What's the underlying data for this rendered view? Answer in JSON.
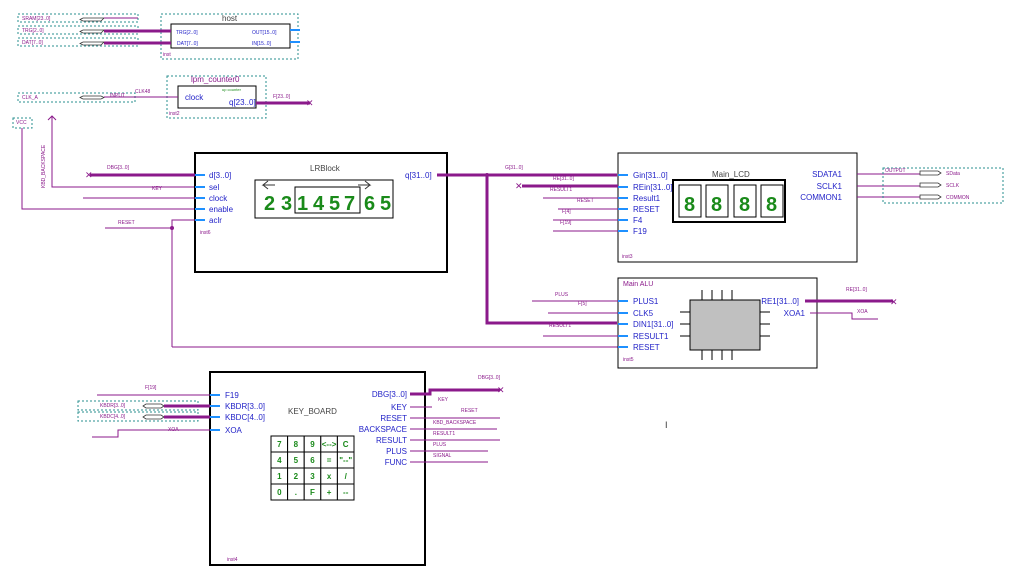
{
  "host": {
    "title": "host",
    "inst": "inst",
    "pins_in": [
      "TRG[2..0]",
      "DAT[7..0]"
    ],
    "pins_out": [
      "OUT[15..0]",
      "IN[15..0]"
    ],
    "inputs": [
      "SRAM[23..0]",
      "TRG[2..0]",
      "DAT[7..0]"
    ]
  },
  "counter": {
    "title": "lpm_counter0",
    "subtitle": "up counter",
    "inst": "inst2",
    "pin_in": "clock",
    "pin_out": "q[23..0]",
    "input": "CLK_A",
    "net_in": "CLK48",
    "net_out": "F[23..0]",
    "input_tag": "INPUT"
  },
  "vcc": "VCC",
  "kbd_backspace_net": "KBD_BACKSPACE",
  "lrblock": {
    "title": "LRBlock",
    "inst": "inst6",
    "pins_in": [
      "d[3..0]",
      "sel",
      "clock",
      "enable",
      "aclr"
    ],
    "pin_out": "q[31..0]",
    "display": [
      "2",
      "3",
      "1",
      "4",
      "5",
      "7",
      "6",
      "5"
    ],
    "nets": {
      "d": "DBG[3..0]",
      "sel": "KEY",
      "aclr": "RESET"
    }
  },
  "lcd": {
    "title": "Main_LCD",
    "inst": "inst3",
    "pins_in": [
      "Gin[31..0]",
      "REin[31..0]",
      "Result1",
      "RESET",
      "F4",
      "F19"
    ],
    "pins_out": [
      "SDATA1",
      "SCLK1",
      "COMMON1"
    ],
    "digits": [
      "8",
      "8",
      "8",
      "8"
    ],
    "nets": [
      "G[31..0]",
      "RE[31..0]",
      "RESULT1",
      "RESET",
      "F[4]",
      "F[19]"
    ],
    "outputs": [
      "SData",
      "SCLK",
      "COMMON"
    ],
    "output_tag": "OUTPUT"
  },
  "alu": {
    "title": "Main ALU",
    "inst": "inst5",
    "pins_in": [
      "PLUS1",
      "CLK5",
      "DIN1[31..0]",
      "RESULT1",
      "RESET"
    ],
    "pins_out": [
      "RE1[31..0]",
      "XOA1"
    ],
    "nets": [
      "PLUS",
      "F[5]",
      "RESULT1",
      "RE[31..0]",
      "XOA"
    ]
  },
  "keyboard": {
    "title": "KEY_BOARD",
    "inst": "inst4",
    "pins_in": [
      "F19",
      "KBDR[3..0]",
      "KBDC[4..0]",
      "XOA"
    ],
    "pins_out": [
      "DBG[3..0]",
      "KEY",
      "RESET",
      "BACKSPACE",
      "RESULT",
      "PLUS",
      "FUNC"
    ],
    "inputs": [
      "KBDR[3..0]",
      "KBDC[4..0]"
    ],
    "nets_in": [
      "F[19]",
      "XOA"
    ],
    "nets_out": [
      "DBG[3..0]",
      "KEY",
      "RESET",
      "KBD_BACKSPACE",
      "RESULT1",
      "PLUS",
      "SIGNAL"
    ],
    "keypad": [
      [
        "7",
        "8",
        "9",
        "<-->",
        "C"
      ],
      [
        "4",
        "5",
        "6",
        "=",
        "\"--\""
      ],
      [
        "1",
        "2",
        "3",
        "x",
        "/"
      ],
      [
        "0",
        ".",
        "F",
        "+",
        "--"
      ]
    ]
  },
  "cursor": "I"
}
